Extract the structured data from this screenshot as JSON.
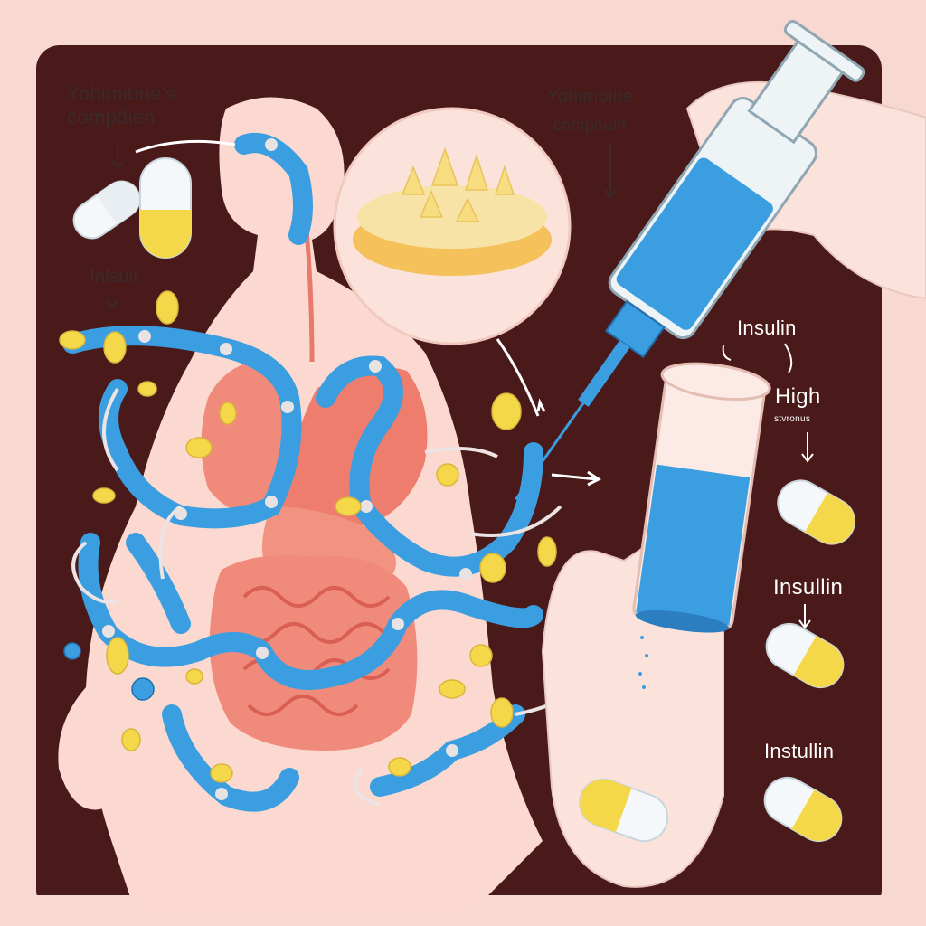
{
  "labels": {
    "yohimbine_top_left_line1": "Yohimibne's",
    "yohimbine_top_left_line2": "compdien",
    "yohimbine_top_right_line1": "Yohimbine",
    "yohimbine_top_right_line2": "compouin",
    "insulin_left": "Inlsuil",
    "insulin_right_1": "Insulin",
    "high": "High",
    "high_sub": "stvronus",
    "insulin_right_2": "Insullin",
    "insulin_right_3": "Instullin"
  },
  "colors": {
    "background_outer": "#f7d9d2",
    "panel": "#4a1a1a",
    "skin": "#fbd9d0",
    "molecule_blue": "#3b9ee0",
    "capsule_yellow": "#f5d84a",
    "capsule_white": "#f4f8fa",
    "organ": "#f08a7a"
  },
  "icons": [
    "capsule-icon",
    "syringe-icon",
    "vial-icon",
    "hand-icon",
    "molecule-chain-icon",
    "pastry-icon"
  ]
}
